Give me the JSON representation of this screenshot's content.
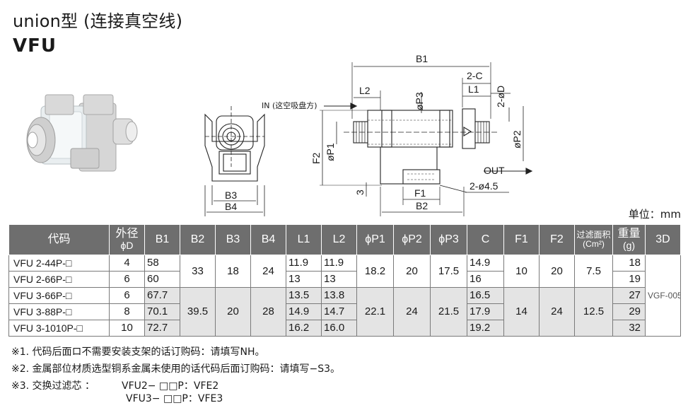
{
  "header": {
    "title": "union型 (连接真空线)",
    "model": "VFU",
    "unit": "单位：mm"
  },
  "drawing": {
    "end_view": {
      "b3": "B3",
      "b4": "B4"
    },
    "side_view": {
      "b1": "B1",
      "c": "2-C",
      "l2": "L2",
      "l1": "L1",
      "p3": "øP3",
      "d": "2-øD",
      "in": "IN (这空吸盘方)",
      "p1": "øP1",
      "p2": "øP2",
      "f2": "F2",
      "out": "OUT",
      "three": "3",
      "f1": "F1",
      "hole": "2-ø4.5",
      "b2": "B2"
    }
  },
  "table": {
    "headers": {
      "code": "代码",
      "dia_a": "外径",
      "dia_b": "ϕD",
      "b1": "B1",
      "b2": "B2",
      "b3": "B3",
      "b4": "B4",
      "l1": "L1",
      "l2": "L2",
      "p1": "ϕP1",
      "p2": "ϕP2",
      "p3": "ϕP3",
      "c": "C",
      "f1": "F1",
      "f2": "F2",
      "filter_a": "过滤面积",
      "filter_b": "(Cm²)",
      "weight_a": "重量",
      "weight_b": "(g)",
      "td": "3D"
    },
    "rows": [
      {
        "code": "VFU 2-44P-□",
        "d": "4",
        "b1": "58",
        "l1": "11.9",
        "l2": "11.9",
        "c": "14.9",
        "w": "18"
      },
      {
        "code": "VFU 2-66P-□",
        "d": "6",
        "b1": "60",
        "l1": "13",
        "l2": "13",
        "c": "16",
        "w": "19"
      },
      {
        "code": "VFU 3-66P-□",
        "d": "6",
        "b1": "67.7",
        "l1": "13.5",
        "l2": "13.8",
        "c": "16.5",
        "w": "27"
      },
      {
        "code": "VFU 3-88P-□",
        "d": "8",
        "b1": "70.1",
        "l1": "14.9",
        "l2": "14.7",
        "c": "17.9",
        "w": "29"
      },
      {
        "code": "VFU 3-1010P-□",
        "d": "10",
        "b1": "72.7",
        "l1": "16.2",
        "l2": "16.0",
        "c": "19.2",
        "w": "32"
      }
    ],
    "group1": {
      "b2": "33",
      "b3": "18",
      "b4": "24",
      "p1": "18.2",
      "p2": "20",
      "p3": "17.5",
      "f1": "10",
      "f2": "20",
      "filter": "7.5"
    },
    "group2": {
      "b2": "39.5",
      "b3": "20",
      "b4": "28",
      "p1": "22.1",
      "p2": "24",
      "p3": "21.5",
      "f1": "14",
      "f2": "24",
      "filter": "12.5"
    },
    "td_value": "VGF-005"
  },
  "notes": {
    "n1": "※1. 代码后面ロ不需要安装支架的话订购码：请填写NH。",
    "n2": "※2. 金属部位材质选型铜系金属未使用的话代码后面订购码：请填写−S3。",
    "n3_label": "※3. 交换过滤芯 ：",
    "n3_line1": "VFU2− □□P：VFE2",
    "n3_line2": "VFU3− □□P：VFE3"
  }
}
